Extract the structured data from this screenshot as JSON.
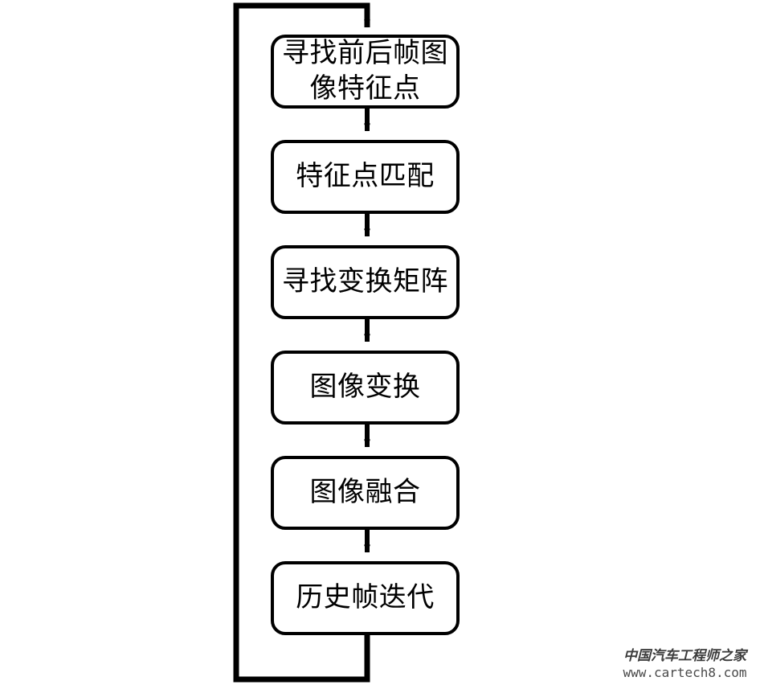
{
  "diagram": {
    "type": "flowchart",
    "orientation": "vertical",
    "title": "",
    "background_color": "#ffffff",
    "line_color": "#000000",
    "text_color": "#000000",
    "nodes": [
      {
        "id": "n1",
        "label": "寻找前后帧图\n像特征点",
        "shape": "rounded-rectangle"
      },
      {
        "id": "n2",
        "label": "特征点匹配",
        "shape": "rounded-rectangle"
      },
      {
        "id": "n3",
        "label": "寻找变换矩阵",
        "shape": "rounded-rectangle"
      },
      {
        "id": "n4",
        "label": "图像变换",
        "shape": "rounded-rectangle"
      },
      {
        "id": "n5",
        "label": "图像融合",
        "shape": "rounded-rectangle"
      },
      {
        "id": "n6",
        "label": "历史帧迭代",
        "shape": "rounded-rectangle"
      }
    ],
    "edges": [
      {
        "from": "n1",
        "to": "n2",
        "style": "arrow-down"
      },
      {
        "from": "n2",
        "to": "n3",
        "style": "arrow-down"
      },
      {
        "from": "n3",
        "to": "n4",
        "style": "arrow-down"
      },
      {
        "from": "n4",
        "to": "n5",
        "style": "arrow-down"
      },
      {
        "from": "n5",
        "to": "n6",
        "style": "arrow-down"
      },
      {
        "from": "n6",
        "to": "n1",
        "style": "feedback-loop-left",
        "label": ""
      }
    ]
  },
  "watermark": {
    "chinese": "中国汽车工程师之家",
    "url": "www.cartech8.com"
  }
}
